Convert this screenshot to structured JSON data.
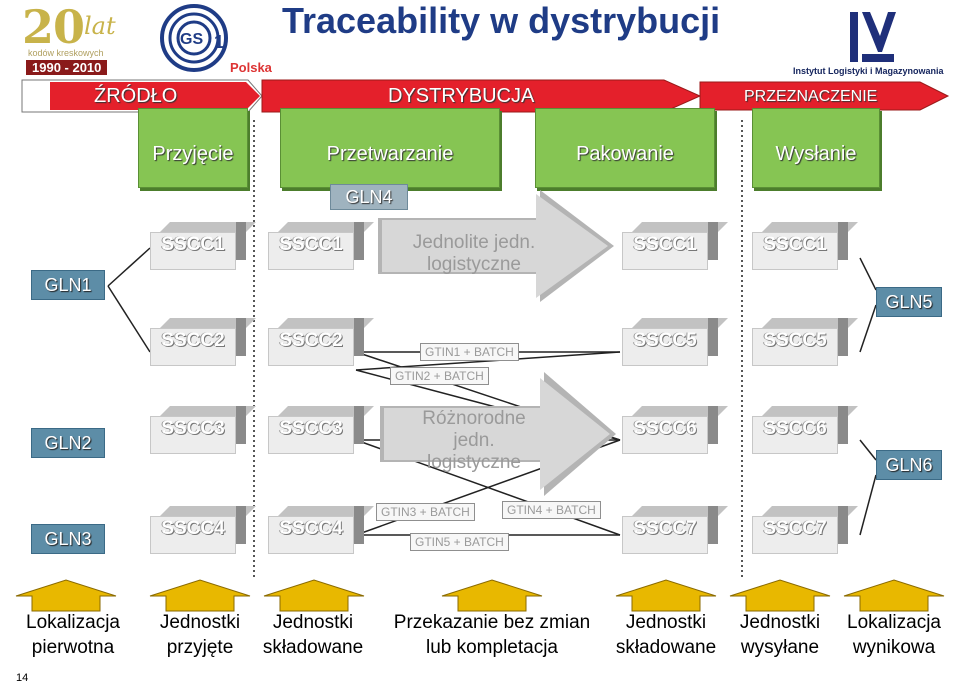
{
  "header": {
    "title": "Traceability w dystrybucji",
    "logo_20": {
      "number": "20",
      "lat": "lat",
      "subtitle": "kodów kreskowych",
      "years": "1990 - 2010"
    },
    "gs1": {
      "mark": "GS1",
      "country": "Polska"
    },
    "ilim": {
      "name": "Instytut Logistyki i Magazynowania"
    }
  },
  "stages": {
    "source": "ŹRÓDŁO",
    "distribution": "DYSTRYBUCJA",
    "destination": "PRZEZNACZENIE"
  },
  "processes": [
    "Przyjęcie",
    "Przetwarzanie",
    "Pakowanie",
    "Wysłanie"
  ],
  "gln": {
    "gln1": "GLN1",
    "gln2": "GLN2",
    "gln3": "GLN3",
    "gln4": "GLN4",
    "gln5": "GLN5",
    "gln6": "GLN6"
  },
  "sscc": {
    "col1": [
      "SSCC1",
      "SSCC2",
      "SSCC3",
      "SSCC4"
    ],
    "col2": [
      "SSCC1",
      "SSCC2",
      "SSCC3",
      "SSCC4"
    ],
    "col3": [
      "SSCC1",
      "SSCC5",
      "SSCC6",
      "SSCC7"
    ],
    "col4": [
      "SSCC1",
      "SSCC5",
      "SSCC6",
      "SSCC7"
    ]
  },
  "units": {
    "uniform": [
      "Jednolite jedn.",
      "logistyczne"
    ],
    "mixed": [
      "Różnorodne",
      "jedn.",
      "logistyczne"
    ]
  },
  "gtins": [
    "GTIN1 + BATCH",
    "GTIN2 + BATCH",
    "GTIN3 + BATCH",
    "GTIN4 + BATCH",
    "GTIN5 + BATCH"
  ],
  "bottom": [
    [
      "Lokalizacja",
      "pierwotna"
    ],
    [
      "Jednostki",
      "przyjęte"
    ],
    [
      "Jednostki",
      "składowane"
    ],
    [
      "Przekazanie bez zmian",
      "lub kompletacja"
    ],
    [
      "Jednostki",
      "składowane"
    ],
    [
      "Jednostki",
      "wysyłane"
    ],
    [
      "Lokalizacja",
      "wynikowa"
    ]
  ],
  "page_number": "14",
  "colors": {
    "title": "#1f3c86",
    "arrow_red": "#e4202b",
    "green": "#86c553",
    "gln_blue": "#5d8da7",
    "bottom_arrow": "#e8b800"
  }
}
